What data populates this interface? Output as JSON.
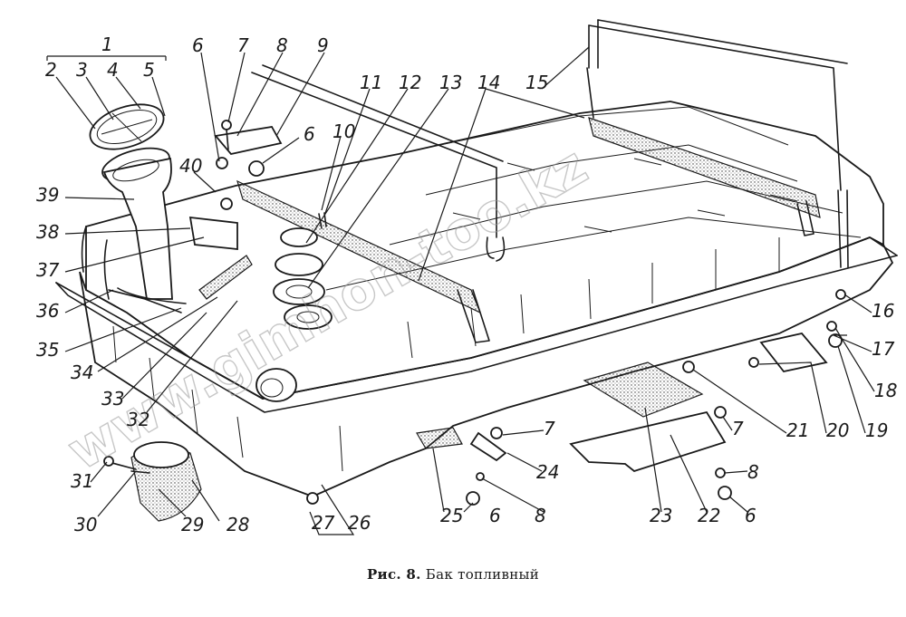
{
  "figure": {
    "caption_label": "Рис. 8.",
    "caption_text": "Бак топливный",
    "watermark": "www.gimhon-too.kz"
  },
  "callouts": [
    "1",
    "2",
    "3",
    "4",
    "5",
    "6",
    "7",
    "8",
    "9",
    "6",
    "10",
    "11",
    "12",
    "13",
    "14",
    "15",
    "39",
    "40",
    "38",
    "37",
    "36",
    "35",
    "34",
    "33",
    "32",
    "31",
    "30",
    "29",
    "28",
    "27",
    "26",
    "25",
    "7",
    "24",
    "6",
    "8",
    "23",
    "22",
    "6",
    "8",
    "7",
    "21",
    "20",
    "19",
    "18",
    "17",
    "16"
  ],
  "colors": {
    "ink": "#1a1a1a",
    "paper": "#ffffff",
    "watermark": "#9a9a9a"
  }
}
